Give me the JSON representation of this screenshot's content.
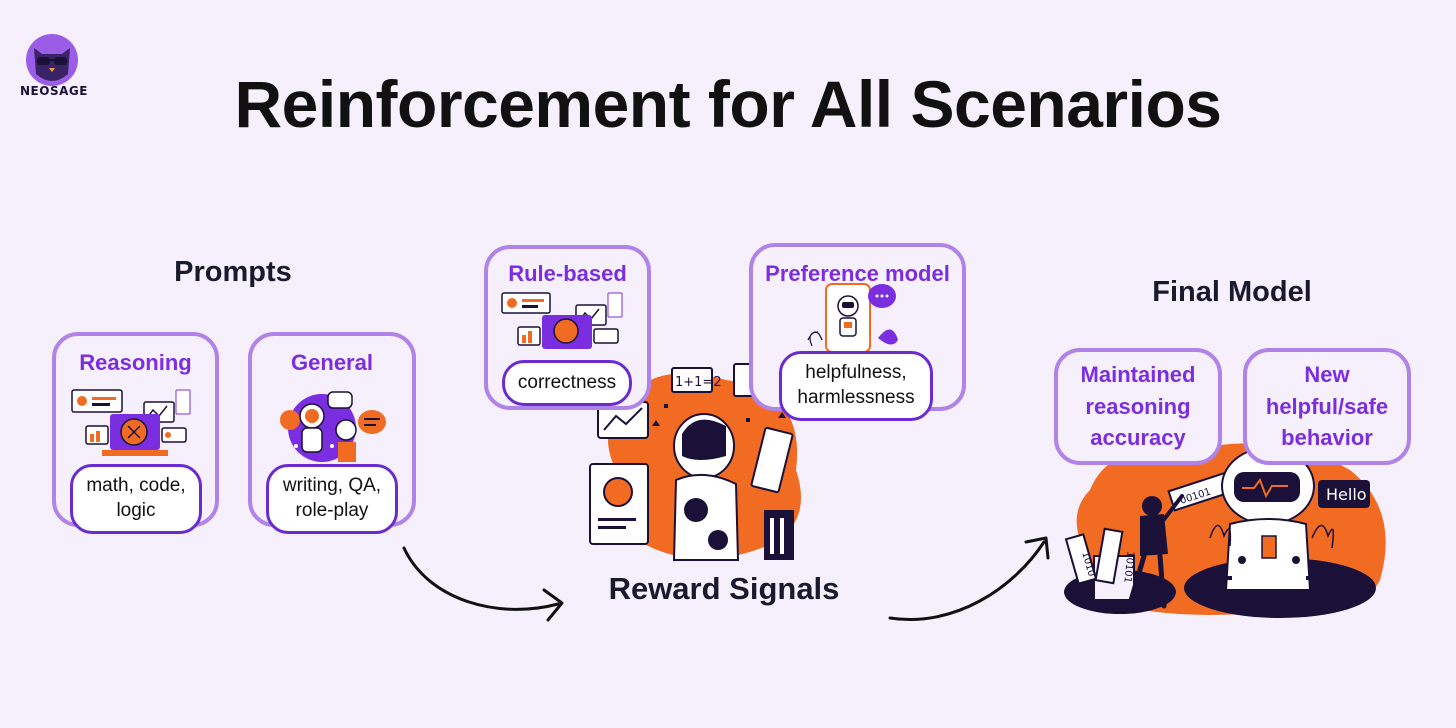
{
  "brand": {
    "logo_text": "NEOSAGE"
  },
  "title": "Reinforcement for All Scenarios",
  "prompts": {
    "heading": "Prompts",
    "cards": [
      {
        "title": "Reasoning",
        "examples": "math, code,\nlogic",
        "icon": "dashboard-illustration"
      },
      {
        "title": "General",
        "examples": "writing, QA,\nrole-play",
        "icon": "astronaut-chat-illustration"
      }
    ]
  },
  "reward": {
    "heading": "Reward Signals",
    "cards": [
      {
        "title": "Rule-based",
        "examples": "correctness",
        "icon": "dashboard-illustration"
      },
      {
        "title": "Preference model",
        "examples": "helpfulness,\nharmlessness",
        "icon": "robot-phone-illustration"
      }
    ],
    "illustration_text": [
      "1+1=2"
    ]
  },
  "final": {
    "heading": "Final Model",
    "cards": [
      {
        "title": "Maintained\nreasoning\naccuracy"
      },
      {
        "title": "New\nhelpful/safe\nbehavior"
      }
    ],
    "speech_bubble": "Hello",
    "tape_text": [
      "00101",
      "1010",
      "10101"
    ]
  },
  "colors": {
    "accent": "#7b2ee0",
    "card_border": "#b083e8",
    "orange": "#f26b22",
    "dark": "#1a1038",
    "background": "#f6f0fd"
  }
}
